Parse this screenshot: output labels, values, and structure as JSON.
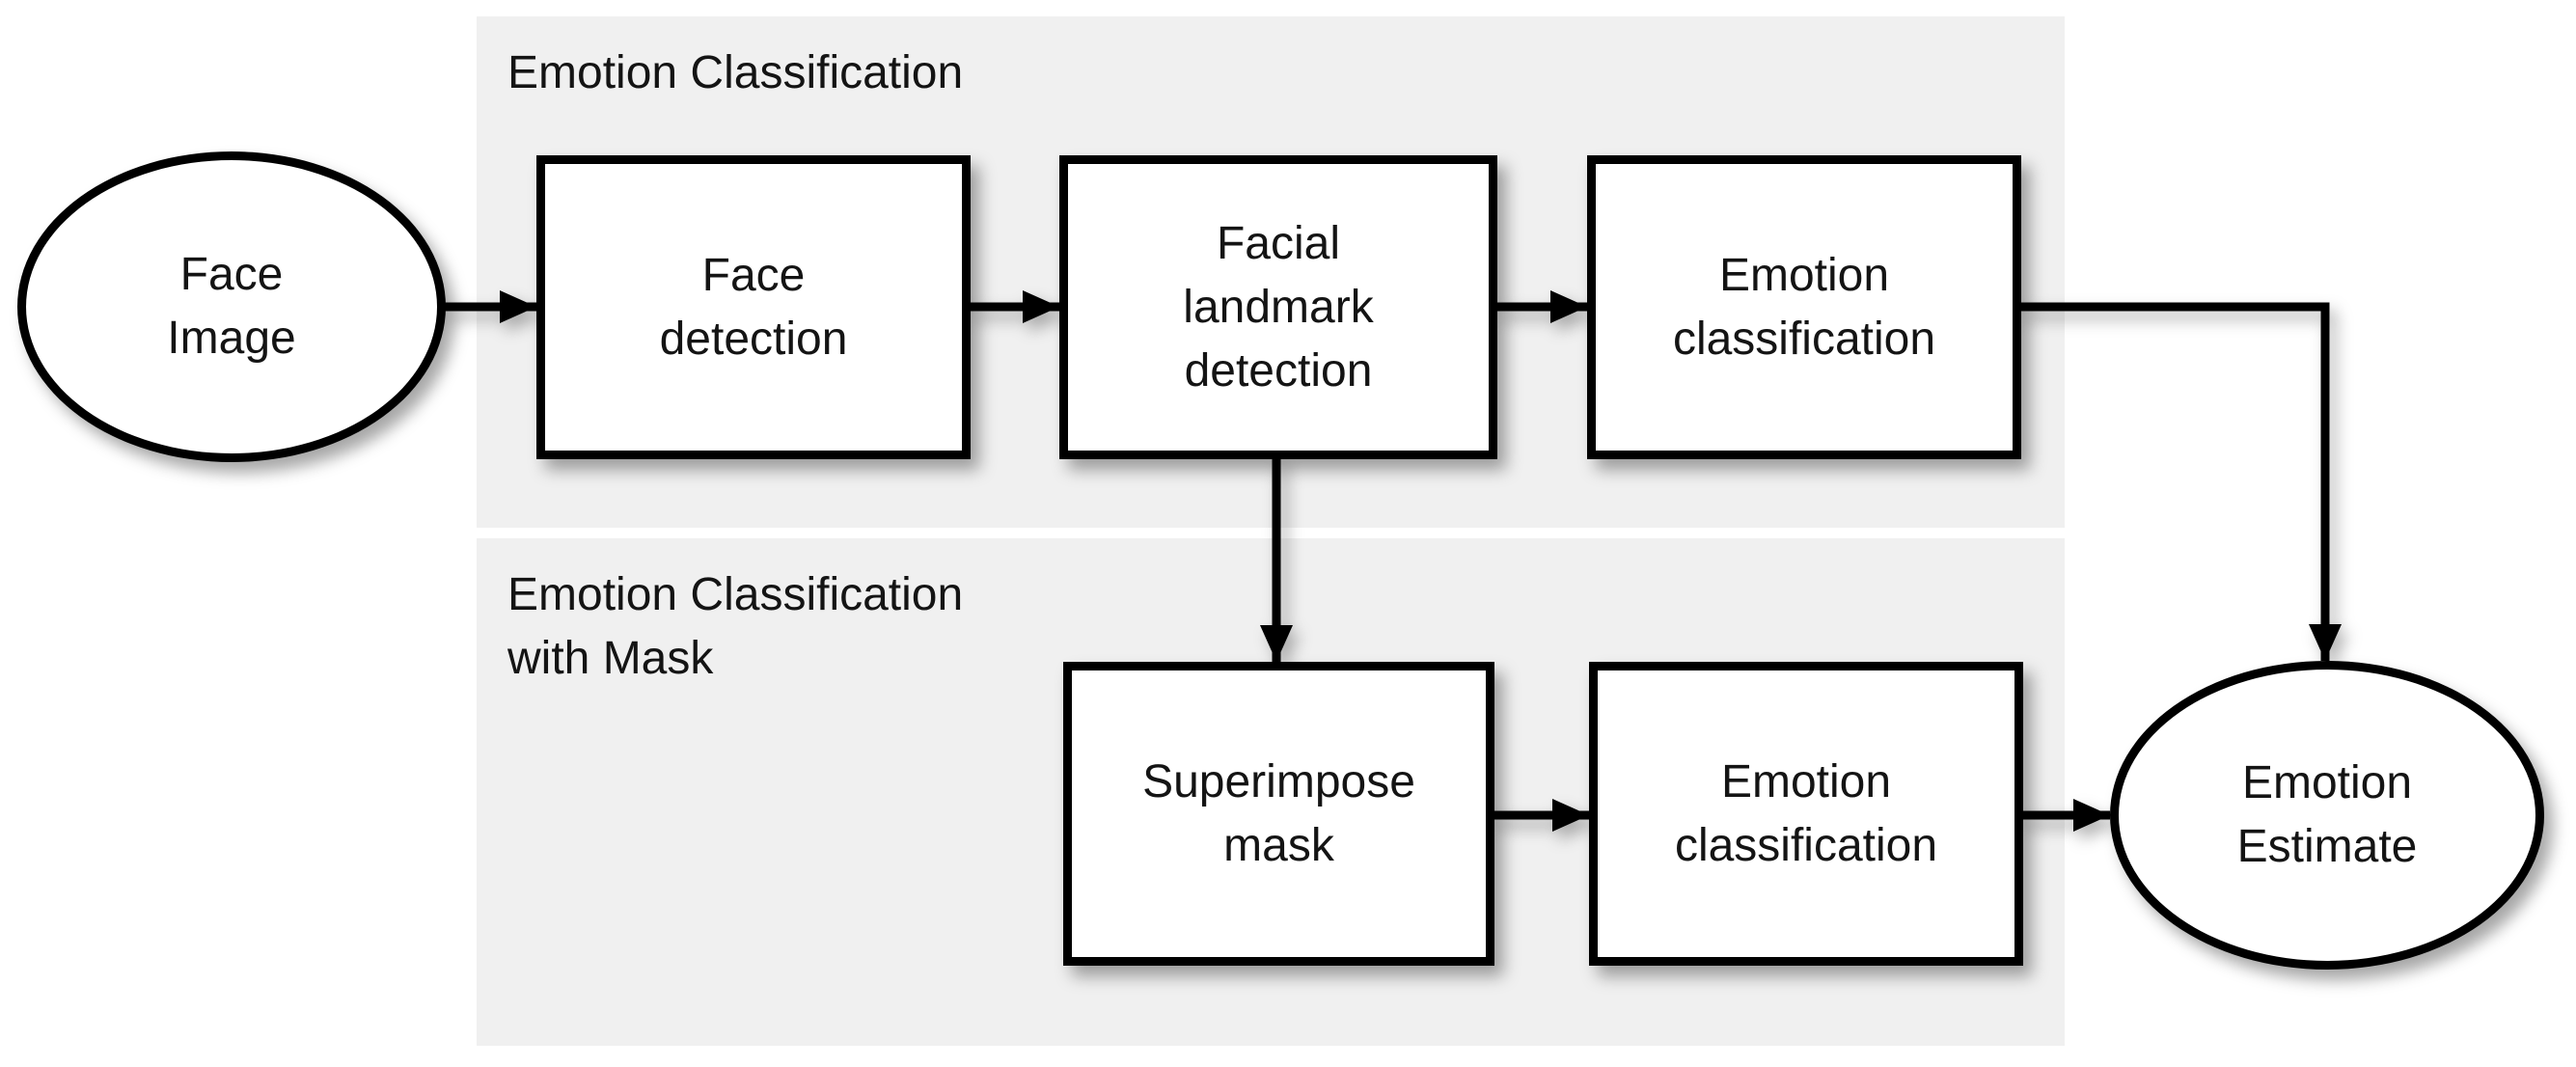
{
  "colors": {
    "background": "#ffffff",
    "panel-fill": "#f0f0f0",
    "stroke": "#000000",
    "text": "#141414"
  },
  "panels": {
    "top": {
      "title": "Emotion Classification"
    },
    "bottom": {
      "title_lines": [
        "Emotion Classification",
        "with Mask"
      ]
    }
  },
  "nodes": {
    "face_image": {
      "shape": "ellipse",
      "lines": [
        "Face",
        "Image"
      ]
    },
    "face_detection": {
      "shape": "rect",
      "lines": [
        "Face",
        "detection"
      ]
    },
    "facial_landmark_detection": {
      "shape": "rect",
      "lines": [
        "Facial",
        "landmark",
        "detection"
      ]
    },
    "emotion_classification_top": {
      "shape": "rect",
      "lines": [
        "Emotion",
        "classification"
      ]
    },
    "superimpose_mask": {
      "shape": "rect",
      "lines": [
        "Superimpose",
        "mask"
      ]
    },
    "emotion_classification_bottom": {
      "shape": "rect",
      "lines": [
        "Emotion",
        "classification"
      ]
    },
    "emotion_estimate": {
      "shape": "ellipse",
      "lines": [
        "Emotion",
        "Estimate"
      ]
    }
  },
  "edges": [
    {
      "from": "face_image",
      "to": "face_detection"
    },
    {
      "from": "face_detection",
      "to": "facial_landmark_detection"
    },
    {
      "from": "facial_landmark_detection",
      "to": "emotion_classification_top"
    },
    {
      "from": "emotion_classification_top",
      "to": "emotion_estimate"
    },
    {
      "from": "facial_landmark_detection",
      "to": "superimpose_mask"
    },
    {
      "from": "superimpose_mask",
      "to": "emotion_classification_bottom"
    },
    {
      "from": "emotion_classification_bottom",
      "to": "emotion_estimate"
    }
  ]
}
